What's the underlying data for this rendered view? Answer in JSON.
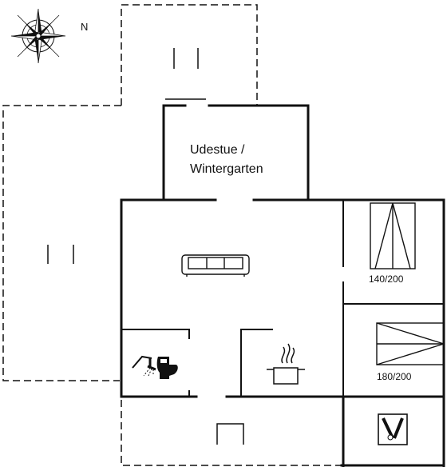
{
  "compass": {
    "north_label": "N"
  },
  "rooms": {
    "winter_garden": {
      "line1": "Udestue /",
      "line2": "Wintergarten"
    }
  },
  "beds": [
    {
      "size_label": "140/200"
    },
    {
      "size_label": "180/200"
    }
  ],
  "colors": {
    "wall": "#111111",
    "background": "#ffffff"
  }
}
